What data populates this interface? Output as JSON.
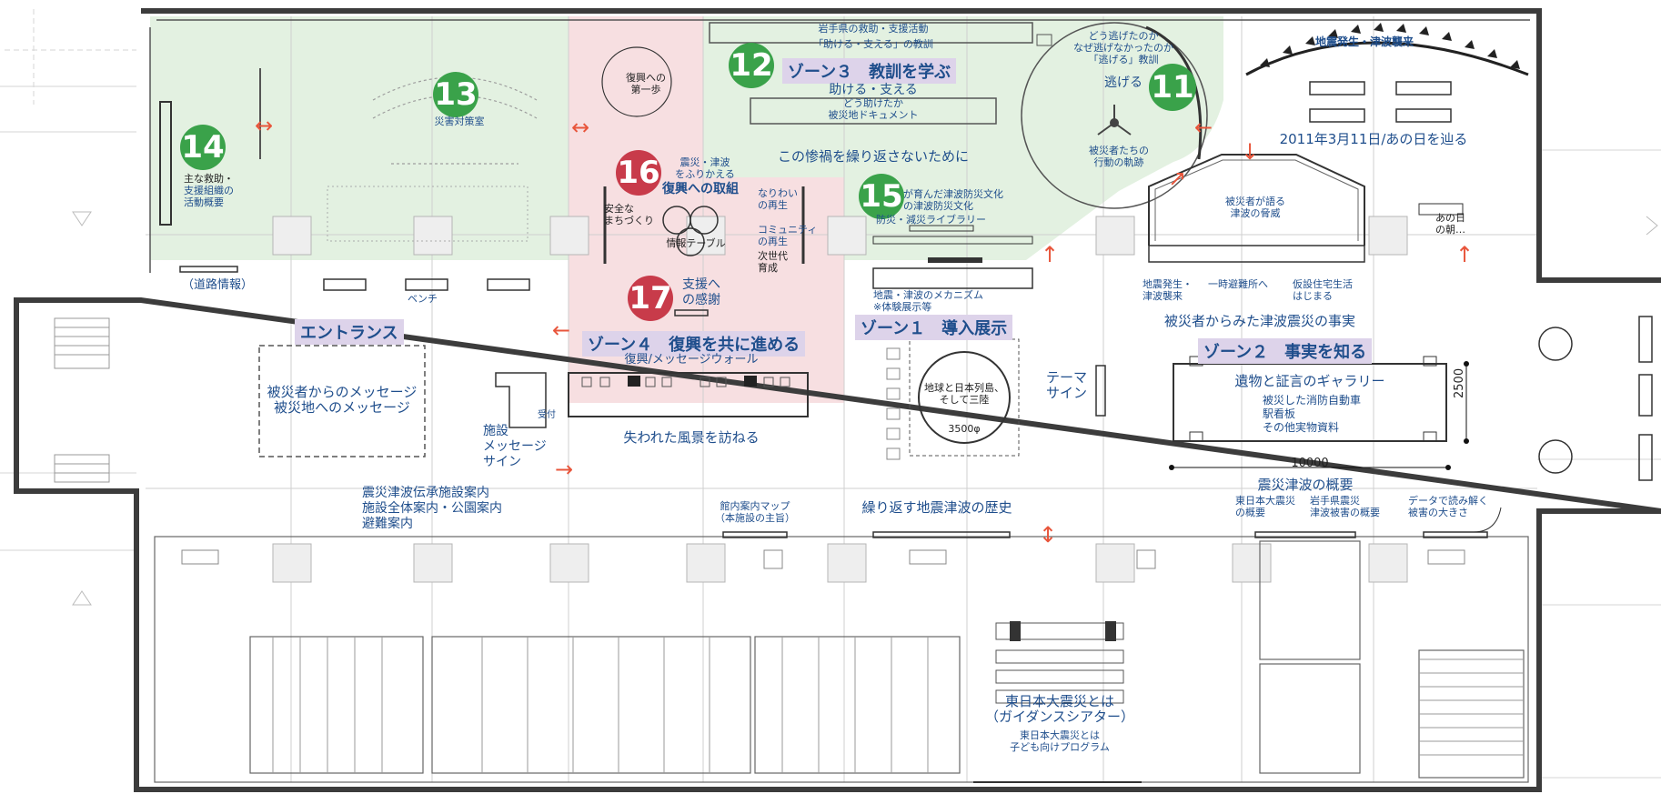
{
  "zones": {
    "z1": "ゾーン１　導入展示",
    "z2": "ゾーン２　事実を知る",
    "z3": "ゾーン３　教訓を学ぶ",
    "z4": "ゾーン４　復興を共に進める",
    "entrance": "エントランス"
  },
  "badges": {
    "b11": "11",
    "b12": "12",
    "b13": "13",
    "b14": "14",
    "b15": "15",
    "b16": "16",
    "b17": "17"
  },
  "labels": {
    "iwate_l1": "岩手県の救助・支援活動",
    "iwate_l2": "「助ける・支える」の教訓",
    "tasukeru": "助ける・支える",
    "doutasuketa_l1": "どう助けたか",
    "doutasuketa_l2": "被災地ドキュメント",
    "nigeta_l1": "どう逃げたのか",
    "nigeta_l2": "なぜ逃げなかったのか",
    "nigeta_l3": "「逃げる」教訓",
    "nigeru": "逃げる",
    "kiseki_l1": "被災者たちの",
    "kiseki_l2": "行動の軌跡",
    "jishin_shurai": "地震発生・津波襲来",
    "date_line": "2011年3月11日/あの日を辿る",
    "saigai_taisaku": "災害対策室",
    "kyujo_l1": "主な救助・",
    "kyujo_l2": "支援組織の",
    "kyujo_l3": "活動概要",
    "fukko_first_l1": "復興への",
    "fukko_first_l2": "第一歩",
    "sangeki": "この惨禍を繰り返さないために",
    "furikaeru_l1": "震災・津波",
    "furikaeru_l2": "をふりかえる",
    "fukko_torikumi": "復興への取組",
    "anzen_l1": "安全な",
    "anzen_l2": "まちづくり",
    "nariwai_l1": "なりわい",
    "nariwai_l2": "の再生",
    "community_l1": "コミュニティ",
    "community_l2": "の再生",
    "jisedai_l1": "次世代",
    "jisedai_l2": "育成",
    "joho_table": "情報テーブル",
    "bosai_bunka_l1": "が育んだ津波防災文化",
    "bosai_bunka_l2": "の津波防災文化",
    "bosai_library": "防災・減災ライブラリー",
    "kataru_l1": "被災者が語る",
    "kataru_l2": "津波の脅威",
    "asa_l1": "あの日",
    "asa_l2": "の朝…",
    "doro": "（道路情報）",
    "bench": "ベンチ",
    "shien_l1": "支援へ",
    "shien_l2": "の感謝",
    "mechanism_l1": "地震・津波のメカニズム",
    "mechanism_l2": "※体験展示等",
    "jishin_hassei_l1": "地震発生・",
    "jishin_hassei_l2": "津波襲来",
    "hinanjo": "一時避難所へ",
    "kasetsu_l1": "仮設住宅生活",
    "kasetsu_l2": "はじまる",
    "jijitsu": "被災者からみた津波震災の事実",
    "message_l1": "被災者からのメッセージ",
    "message_l2": "被災地へのメッセージ",
    "fukko_wall": "復興/メッセージウォール",
    "uketsuke": "受付",
    "shisetsu_l1": "施設",
    "shisetsu_l2": "メッセージ",
    "shisetsu_l3": "サイン",
    "fukei": "失われた風景を訪ねる",
    "globe_l1": "地球と日本列島、",
    "globe_l2": "そして三陸",
    "globe_dim": "3500φ",
    "theme_l1": "テーマ",
    "theme_l2": "サイン",
    "gallery_title": "遺物と証言のギャラリー",
    "gallery_l1": "被災した消防自動車",
    "gallery_l2": "駅看板",
    "gallery_l3": "その他実物資料",
    "dim_2500": "2500",
    "dim_10000": "10000",
    "gaiyo": "震災津波の概要",
    "higashi_gaiyo_l1": "東日本大震災",
    "higashi_gaiyo_l2": "の概要",
    "iwate_higai_l1": "岩手県震災",
    "iwate_higai_l2": "津波被害の概要",
    "data_l1": "データで読み解く",
    "data_l2": "被害の大きさ",
    "annai_l1": "震災津波伝承施設案内",
    "annai_l2": "施設全体案内・公園案内",
    "annai_l3": "避難案内",
    "map_l1": "館内案内マップ",
    "map_l2": "（本施設の主旨）",
    "rekishi": "繰り返す地震津波の歴史",
    "theater_l1": "東日本大震災とは",
    "theater_l2": "（ガイダンスシアター）",
    "theater_sub_l1": "東日本大震災とは",
    "theater_sub_l2": "子ども向けプログラム"
  },
  "colors": {
    "zone_green": "#e3f1e1",
    "zone_pink": "#f7dfe1",
    "badge_green": "#3aa24a",
    "badge_red": "#c83b4a",
    "zone_label_bg": "#ddd3ea",
    "text_blue": "#1f4e8c",
    "arrow_orange": "#e8553b",
    "wall": "#3c3c3c"
  }
}
